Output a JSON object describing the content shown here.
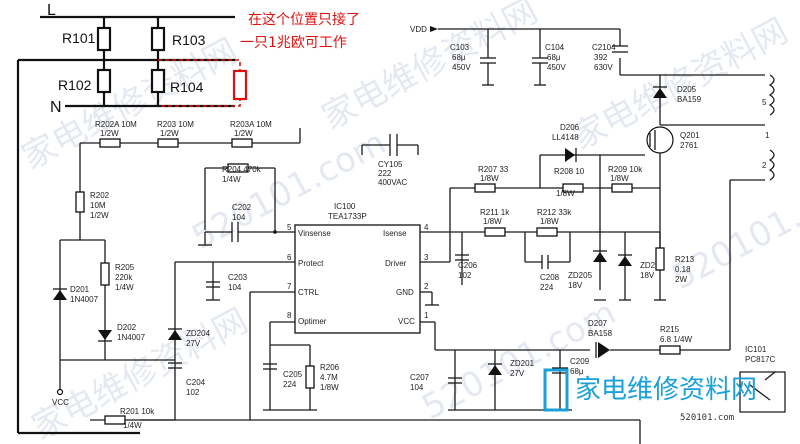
{
  "mains": {
    "line_label": "L",
    "neutral_label": "N"
  },
  "top_resistors": [
    "R101",
    "R103",
    "R102",
    "R104"
  ],
  "annotation": {
    "line1": "在这个位置只接了",
    "line2": "一只1兆欧可工作"
  },
  "ic": {
    "name": "IC100",
    "part": "TEA1733P",
    "pins": [
      {
        "num": "5",
        "name": "Vinsense"
      },
      {
        "num": "6",
        "name": "Protect"
      },
      {
        "num": "7",
        "name": "CTRL"
      },
      {
        "num": "8",
        "name": "Optimer"
      },
      {
        "num": "4",
        "name": "Isense"
      },
      {
        "num": "3",
        "name": "Driver"
      },
      {
        "num": "2",
        "name": "GND"
      },
      {
        "num": "1",
        "name": "VCC"
      }
    ]
  },
  "vdd_label": "VDD",
  "caps_top": [
    {
      "ref": "C103",
      "v1": "68μ",
      "v2": "450V"
    },
    {
      "ref": "C104",
      "v1": "68μ",
      "v2": "450V"
    },
    {
      "ref": "C2104",
      "v1": "392",
      "v2": "630V"
    }
  ],
  "components": {
    "r202a": "R202A 10M",
    "r202a_w": "1/2W",
    "r203": "R203 10M",
    "r203_w": "1/2W",
    "r203a": "R203A 10M",
    "r203a_w": "1/2W",
    "cy105": "CY105",
    "cy105_v": "222",
    "cy105_vac": "400VAC",
    "r204": "R204 470k",
    "r204_w": "1/4W",
    "c202": "C202",
    "c202_v": "104",
    "r202": "R202",
    "r202_v": "10M",
    "r202_w": "1/2W",
    "r205": "R205",
    "r205_v": "220k",
    "r205_w": "1/4W",
    "d201": "D201",
    "d201_v": "1N4007",
    "d202": "D202",
    "d202_v": "1N4007",
    "vcc_left": "VCC",
    "c203": "C203",
    "c203_v": "104",
    "zd204": "ZD204",
    "zd204_v": "27V",
    "c204": "C204",
    "c204_v": "102",
    "c205": "C205",
    "c205_v": "224",
    "r206": "R206",
    "r206_v": "4.7M",
    "r206_w": "1/8W",
    "r201": "R201 10k",
    "r201_w": "1/4W",
    "r207": "R207 33",
    "r207_w": "1/8W",
    "d206": "D206",
    "d206_v": "LL4148",
    "r208": "R208 10",
    "r208_w": "1/8W",
    "r209": "R209 10k",
    "r209_w": "1/8W",
    "d205": "D205",
    "d205_v": "BA159",
    "q201": "Q201",
    "q201_v": "2761",
    "r211": "R211 1k",
    "r211_w": "1/8W",
    "r212": "R212 33k",
    "r212_w": "1/8W",
    "c206": "C206",
    "c206_v": "102",
    "c208": "C208",
    "c208_v": "224",
    "zd205": "ZD205",
    "zd205_v": "18V",
    "zd202": "ZD202",
    "zd202_v": "18V",
    "r213": "R213",
    "r213_v": "0.18",
    "r213_w": "2W",
    "c207": "C207",
    "c207_v": "104",
    "zd201": "ZD201",
    "zd201_v": "27V",
    "c209": "C209",
    "c209_v": "68μ",
    "d207": "D207",
    "d207_v": "BA158",
    "r215": "R215",
    "r215_v": "6.8 1/4W",
    "ic101": "IC101",
    "ic101_v": "PC817C",
    "t5": "5",
    "t1": "1",
    "t2": "2"
  },
  "watermarks": [
    "家电维修资料网",
    "520101.com",
    "家电维修资料网",
    "520101.com",
    "家电维修资料网",
    "520101.com",
    "家电维修资料网"
  ],
  "logo": {
    "text": "家电维修资料网",
    "url": "520101.com"
  },
  "colors": {
    "annotation": "#e01010",
    "logo": "#1aa0d8",
    "watermark": "#cfd8e6"
  }
}
